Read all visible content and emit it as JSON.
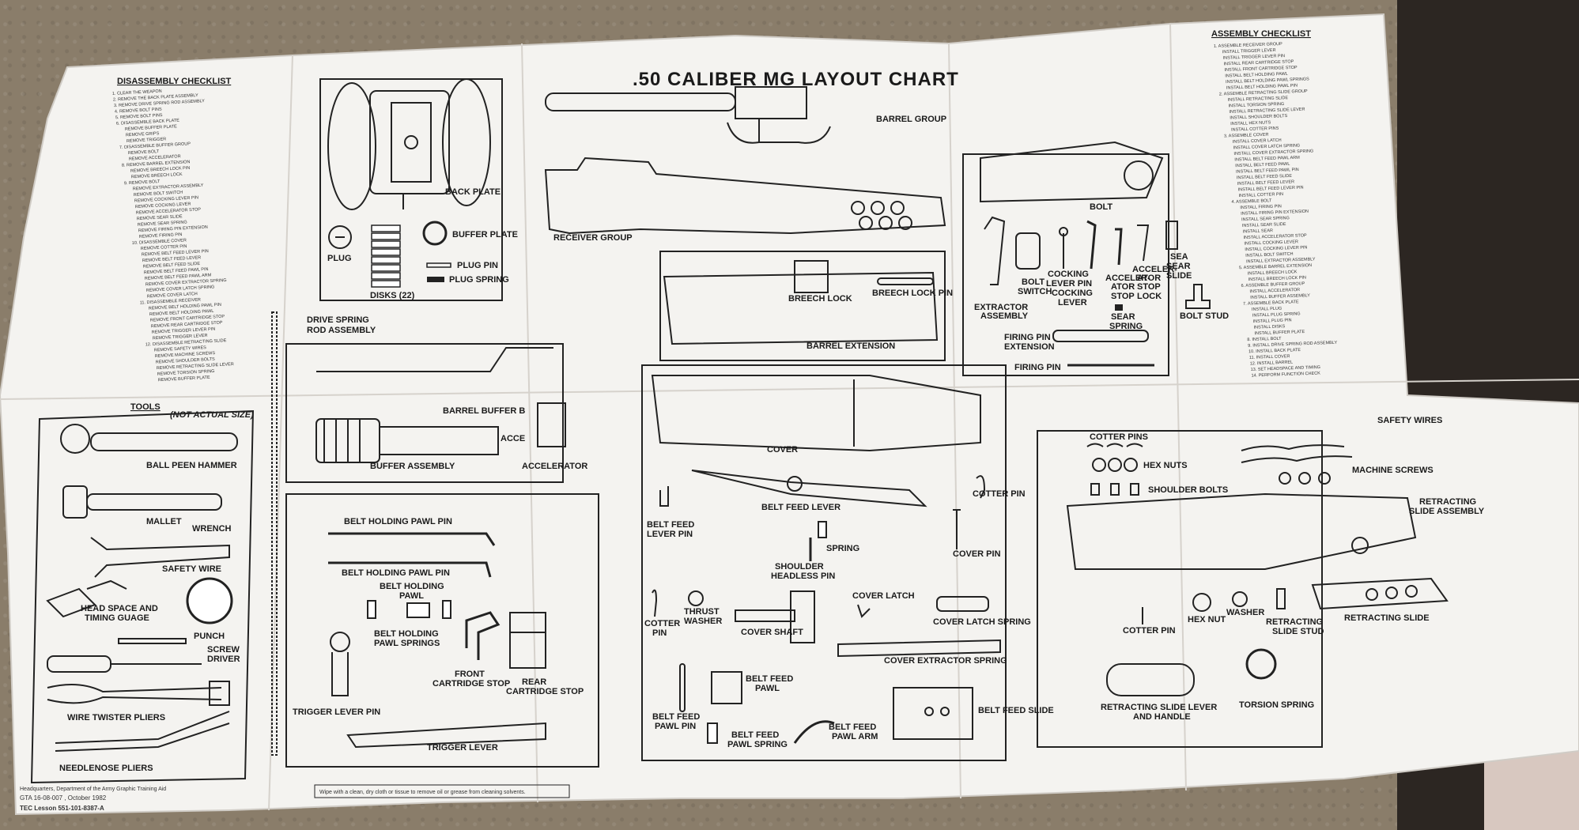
{
  "poster": {
    "title": ".50 CALIBER MG LAYOUT CHART",
    "disassembly_heading": "DISASSEMBLY CHECKLIST",
    "assembly_heading": "ASSEMBLY CHECKLIST",
    "tools_heading": "TOOLS",
    "tools_note": "(NOT ACTUAL SIZE)",
    "footer": {
      "line1": "Headquarters, Department of the Army Graphic Training Aid",
      "line2": "GTA 16-08-007 , October 1982",
      "line3": "TEC Lesson 551-101-8387-A"
    },
    "wipe_note": "Wipe with a clean, dry cloth or tissue to remove oil or grease from cleaning solvents."
  },
  "labels": {
    "back_plate": "BACK PLATE",
    "buffer_plate": "BUFFER PLATE",
    "plug": "PLUG",
    "plug_pin": "PLUG PIN",
    "plug_spring": "PLUG SPRING",
    "disks": "DISKS (22)",
    "drive_spring": "DRIVE SPRING",
    "rod_assembly": "ROD ASSEMBLY",
    "barrel_buffer": "BARREL BUFFER B",
    "buffer_assembly": "BUFFER ASSEMBLY",
    "accelerator": "ACCELERATOR",
    "accel_short": "ACCE",
    "barrel_group": "BARREL GROUP",
    "receiver_group": "RECEIVER GROUP",
    "breech_lock": "BREECH LOCK",
    "breech_lock_pin": "BREECH LOCK PIN",
    "barrel_extension": "BARREL EXTENSION",
    "bolt": "BOLT",
    "extractor": "EXTRACTOR",
    "extractor_assembly": "ASSEMBLY",
    "bolt_switch_1": "BOLT",
    "bolt_switch_2": "SWITCH",
    "cocking_lever_pin_1": "COCKING",
    "cocking_lever_pin_2": "LEVER PIN",
    "cocking_lever_1": "COCKING",
    "cocking_lever_2": "LEVER",
    "accel_stop_1": "ACCELER-",
    "accel_stop_2": "ATOR",
    "accel_stop_3": "STOP",
    "accel_stop_lock_1": "ACCELER-",
    "accel_stop_lock_2": "ATOR",
    "accel_stop_lock_3": "STOP",
    "accel_stop_lock_4": "LOCK",
    "sear_slide_1": "SEAR",
    "sear_slide_2": "SLIDE",
    "sear_cut": "SEA",
    "sear_spring_1": "SEAR",
    "sear_spring_2": "SPRING",
    "bolt_stud": "BOLT STUD",
    "firing_pin_ext_1": "FIRING PIN",
    "firing_pin_ext_2": "EXTENSION",
    "firing_pin": "FIRING PIN",
    "cover": "COVER",
    "belt_feed_lever": "BELT FEED LEVER",
    "belt_feed_lever_pin_1": "BELT FEED",
    "belt_feed_lever_pin_2": "LEVER PIN",
    "cotter_pin": "COTTER PIN",
    "cover_pin": "COVER PIN",
    "spring": "SPRING",
    "shoulder_headless_pin_1": "SHOULDER",
    "shoulder_headless_pin_2": "HEADLESS PIN",
    "cotter_pin_2_1": "COTTER",
    "cotter_pin_2_2": "PIN",
    "thrust_washer_1": "THRUST",
    "thrust_washer_2": "WASHER",
    "cover_shaft": "COVER SHAFT",
    "cover_latch": "COVER LATCH",
    "cover_latch_spring": "COVER LATCH SPRING",
    "cover_extractor_spring": "COVER EXTRACTOR SPRING",
    "belt_feed_pawl_1": "BELT FEED",
    "belt_feed_pawl_2": "PAWL",
    "belt_feed_pawl_pin_1": "BELT FEED",
    "belt_feed_pawl_pin_2": "PAWL PIN",
    "belt_feed_pawl_spring_1": "BELT FEED",
    "belt_feed_pawl_spring_2": "PAWL SPRING",
    "belt_feed_pawl_arm_1": "BELT FEED",
    "belt_feed_pawl_arm_2": "PAWL ARM",
    "belt_feed_slide": "BELT FEED SLIDE",
    "cotter_pins": "COTTER PINS",
    "hex_nuts": "HEX NUTS",
    "shoulder_bolts": "SHOULDER BOLTS",
    "safety_wires": "SAFETY WIRES",
    "machine_screws": "MACHINE SCREWS",
    "retracting_slide_assembly_1": "RETRACTING",
    "retracting_slide_assembly_2": "SLIDE ASSEMBLY",
    "cotter_pin_3": "COTTER PIN",
    "hex_nut": "HEX NUT",
    "washer": "WASHER",
    "retracting_slide_stud_1": "RETRACTING",
    "retracting_slide_stud_2": "SLIDE STUD",
    "retracting_slide": "RETRACTING SLIDE",
    "retracting_slide_lever_1": "RETRACTING SLIDE LEVER",
    "retracting_slide_lever_2": "AND HANDLE",
    "torsion_spring": "TORSION SPRING",
    "belt_holding_pawl_pin": "BELT HOLDING PAWL PIN",
    "belt_holding_pawl_pin_b": "BELT HOLDING PAWL PIN",
    "belt_holding_pawl_1": "BELT HOLDING",
    "belt_holding_pawl_2": "PAWL",
    "belt_holding_pawl_springs_1": "BELT HOLDING",
    "belt_holding_pawl_springs_2": "PAWL SPRINGS",
    "front_cartridge_stop_1": "FRONT",
    "front_cartridge_stop_2": "CARTRIDGE STOP",
    "rear_cartridge_stop_1": "REAR",
    "rear_cartridge_stop_2": "CARTRIDGE STOP",
    "trigger_lever_pin": "TRIGGER LEVER PIN",
    "trigger_lever": "TRIGGER LEVER",
    "ball_peen_hammer": "BALL PEEN HAMMER",
    "mallet": "MALLET",
    "wrench": "WRENCH",
    "safety_wire": "SAFETY WIRE",
    "head_space_1": "HEAD SPACE AND",
    "head_space_2": "TIMING GUAGE",
    "punch": "PUNCH",
    "screwdriver_1": "SCREW",
    "screwdriver_2": "DRIVER",
    "wire_twister": "WIRE TWISTER PLIERS",
    "needlenose": "NEEDLENOSE PLIERS"
  },
  "disassembly_items": [
    "1. CLEAR THE WEAPON",
    "2. REMOVE THE BACK PLATE ASSEMBLY",
    "3. REMOVE DRIVE SPRING ROD ASSEMBLY",
    "4. REMOVE BOLT PINS",
    "5. REMOVE BOLT PINS",
    "6. DISASSEMBLE BACK PLATE",
    "REMOVE BUFFER PLATE",
    "REMOVE GRIPS",
    "REMOVE TRIGGER",
    "7. DISASSEMBLE BUFFER GROUP",
    "REMOVE BOLT",
    "REMOVE ACCELERATOR",
    "8. REMOVE BARREL EXTENSION",
    "REMOVE BREECH LOCK PIN",
    "REMOVE BREECH LOCK",
    "9. REMOVE BOLT",
    "REMOVE EXTRACTOR ASSEMBLY",
    "REMOVE BOLT SWITCH",
    "REMOVE COCKING LEVER PIN",
    "REMOVE COCKING LEVER",
    "REMOVE ACCELERATOR STOP",
    "REMOVE SEAR SLIDE",
    "REMOVE SEAR SPRING",
    "REMOVE FIRING PIN EXTENSION",
    "REMOVE FIRING PIN",
    "10. DISASSEMBLE COVER",
    "REMOVE COTTER PIN",
    "REMOVE BELT FEED LEVER PIN",
    "REMOVE BELT FEED LEVER",
    "REMOVE BELT FEED SLIDE",
    "REMOVE BELT FEED PAWL PIN",
    "REMOVE BELT FEED PAWL ARM",
    "REMOVE COVER EXTRACTOR SPRING",
    "REMOVE COVER LATCH SPRING",
    "REMOVE COVER LATCH",
    "11. DISASSEMBLE RECEIVER",
    "REMOVE BELT HOLDING PAWL PIN",
    "REMOVE BELT HOLDING PAWL",
    "REMOVE FRONT CARTRIDGE STOP",
    "REMOVE REAR CARTRIDGE STOP",
    "REMOVE TRIGGER LEVER PIN",
    "REMOVE TRIGGER LEVER",
    "12. DISASSEMBLE RETRACTING SLIDE",
    "REMOVE SAFETY WIRES",
    "REMOVE MACHINE SCREWS",
    "REMOVE SHOULDER BOLTS",
    "REMOVE RETRACTING SLIDE LEVER",
    "REMOVE TORSION SPRING",
    "REMOVE BUFFER PLATE"
  ],
  "assembly_items": [
    "1. ASSEMBLE RECEIVER GROUP",
    "INSTALL TRIGGER LEVER",
    "INSTALL TRIGGER LEVER PIN",
    "INSTALL REAR CARTRIDGE STOP",
    "INSTALL FRONT CARTRIDGE STOP",
    "INSTALL BELT HOLDING PAWL",
    "INSTALL BELT HOLDING PAWL SPRINGS",
    "INSTALL BELT HOLDING PAWL PIN",
    "2. ASSEMBLE RETRACTING SLIDE GROUP",
    "INSTALL RETRACTING SLIDE",
    "INSTALL TORSION SPRING",
    "INSTALL RETRACTING SLIDE LEVER",
    "INSTALL SHOULDER BOLTS",
    "INSTALL HEX NUTS",
    "INSTALL COTTER PINS",
    "3. ASSEMBLE COVER",
    "INSTALL COVER LATCH",
    "INSTALL COVER LATCH SPRING",
    "INSTALL COVER EXTRACTOR SPRING",
    "INSTALL BELT FEED PAWL ARM",
    "INSTALL BELT FEED PAWL",
    "INSTALL BELT FEED PAWL PIN",
    "INSTALL BELT FEED SLIDE",
    "INSTALL BELT FEED LEVER",
    "INSTALL BELT FEED LEVER PIN",
    "INSTALL COTTER PIN",
    "4. ASSEMBLE BOLT",
    "INSTALL FIRING PIN",
    "INSTALL FIRING PIN EXTENSION",
    "INSTALL SEAR SPRING",
    "INSTALL SEAR SLIDE",
    "INSTALL SEAR",
    "INSTALL ACCELERATOR STOP",
    "INSTALL COCKING LEVER",
    "INSTALL COCKING LEVER PIN",
    "INSTALL BOLT SWITCH",
    "INSTALL EXTRACTOR ASSEMBLY",
    "5. ASSEMBLE BARREL EXTENSION",
    "INSTALL BREECH LOCK",
    "INSTALL BREECH LOCK PIN",
    "6. ASSEMBLE BUFFER GROUP",
    "INSTALL ACCELERATOR",
    "INSTALL BUFFER ASSEMBLY",
    "7. ASSEMBLE BACK PLATE",
    "INSTALL PLUG",
    "INSTALL PLUG SPRING",
    "INSTALL PLUG PIN",
    "INSTALL DISKS",
    "INSTALL BUFFER PLATE",
    "8. INSTALL BOLT",
    "9. INSTALL DRIVE SPRING ROD ASSEMBLY",
    "10. INSTALL BACK PLATE",
    "11. INSTALL COVER",
    "12. INSTALL BARREL",
    "13. SET HEADSPACE AND TIMING",
    "14. PERFORM FUNCTION CHECK"
  ]
}
